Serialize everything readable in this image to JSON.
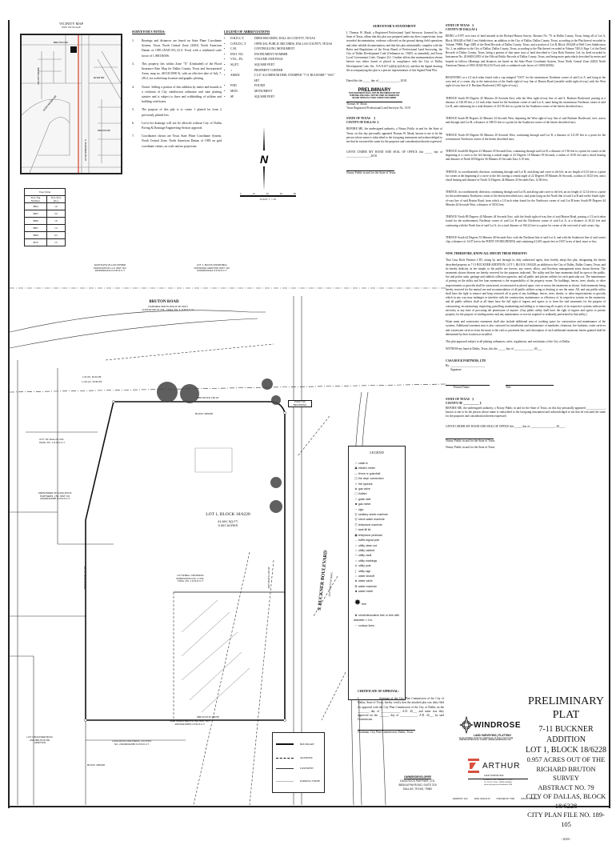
{
  "vicinity_map": {
    "title": "VICINITY MAP",
    "subtitle": "NOT TO SCALE",
    "streets": [
      "BRUTON RD",
      "S. BUCKNER BLVD",
      "ELAM RD",
      "GLEN ARDEN DR",
      "JIM MILLER RD",
      "PECOS DR"
    ]
  },
  "tree_table": {
    "title": "Tree Table",
    "headers": [
      "Tree Tag Number",
      "Tree Size (In.)"
    ],
    "rows": [
      [
        "3864",
        "10"
      ],
      [
        "3865",
        "24"
      ],
      [
        "3866",
        "10"
      ],
      [
        "3867",
        "14"
      ],
      [
        "3868",
        "3.5"
      ],
      [
        "3870",
        "15"
      ]
    ]
  },
  "surveyor_notes": {
    "title": "SURVEYOR'S NOTES:",
    "items": [
      {
        "n": "1.",
        "text": "Bearings and distances are based on State Plane Coordinate System, Texas North Central Zone (4202) North American Datum of 1983 (NAD 83) (U.S. Foot) with a combined scale factor of 1.000136506."
      },
      {
        "n": "3.",
        "text": "This property lies within Zone \"X\" (Unshaded) of the Flood Insurance Rate Map for Dallas County, Texas and Incorporated Areas, map no. 48113C0390 K, with an effective date of July 7, 2014, via scaled map location and graphic plotting."
      },
      {
        "n": "4.",
        "text": "Notice: Selling a portion of this addition by metes and bounds is a violation of City subdivision ordinance and state platting statutes and is subject to fines and withholding of utilities and building certificates."
      },
      {
        "n": "5.",
        "text": "The purpose of this plat is to create 1 platted lot from 2 previously platted lots."
      },
      {
        "n": "6.",
        "text": "Lot-to-lot drainage will not be allowed without City of Dallas Paving & Drainage Engineering Section approval."
      },
      {
        "n": "7.",
        "text": "Coordinates shown are Texas State Plane Coordinate System, North Central Zone, North American Datum of 1983 on grid coordinate values, no scale and no projection."
      }
    ]
  },
  "abbreviations": {
    "title": "LEGEND OF ABBREVIATIONS",
    "items": [
      {
        "k": "D.R.D.C.T.",
        "v": "DEED RECORDS, DALLAS COUNTY, TEXAS"
      },
      {
        "k": "O.P.R.D.C.T.",
        "v": "OFFICIAL PUBLIC RECORDS, DALLAS COUNTY, TEXAS"
      },
      {
        "k": "C.M.",
        "v": "CONTROLLING MONUMENT"
      },
      {
        "k": "INST. NO.",
        "v": "INSTRUMENT NUMBER"
      },
      {
        "k": "VOL., PG.",
        "v": "VOLUME AND PAGE"
      },
      {
        "k": "SQ.FT.",
        "v": "SQUARE FEET"
      },
      {
        "k": "○",
        "v": "PROPERTY CORNER"
      },
      {
        "k": "AMSW",
        "v": "3-1/4\" ALUMINUM DISK STAMPED \"7-11 BUCKNER\" \"ASC\" SET"
      },
      {
        "k": "FND",
        "v": "FOUND"
      },
      {
        "k": "MON",
        "v": "MONUMENT"
      },
      {
        "k": "SF",
        "v": "SQUARE FEET"
      }
    ]
  },
  "north_arrow": {
    "letter": "N"
  },
  "scale_bar": {
    "ticks": [
      "0",
      "10",
      "20",
      "40",
      "60"
    ],
    "label": "SCALE: 1\" = 20'"
  },
  "surveyor_statement": {
    "title": "SURVEYOR'S STATEMENT",
    "body": "I, Thomas W. Mauk, a Registered Professional Land Surveyor, licensed by the State of Texas, affirm that this plat was prepared under my direct supervision, from recorded documentation, evidence collected on the ground during field operations and other reliable documentation; and that this plat substantially complies with the Rules and Regulations of the Texas Board of Professional Land Surveying, the City of Dallas Development Code (Ordinance no. 19455, as amended), and Texas Local Government Code, Chapter 212. I further affirm that monumentation shown hereon was either found or placed in compliance with the City of Dallas Development Code, Sec. 51A-8.617 (a)(b)(c)(d) & (e); and that the digital drawing file accompanying this plat is a precise representation of this Signed Final Plat.",
    "dated": "Dated this the _____ day of ______________, 2018.",
    "stamp_title": "PRELIMINARY",
    "stamp_text": "THIS DOCUMENT SHALL NOT BE RECORDED FOR ANY PURPOSE AND SHALL NOT BE USED OR VIEWED OR RELIED UPON AS A FINAL SURVEY DOCUMENT",
    "name": "Thomas W. Mauk",
    "reg": "Texas Registered Professional Land Surveyor No. 5119",
    "state": "STATE OF TEXAS",
    "county": "COUNTY OF DALLAS",
    "brace": "§",
    "notary": "BEFORE ME, the undersigned authority, a Notary Public in and for the State of Texas, on this day personally appeared Thomas W. Mauk, known to me to be the person whose name is subscribed to the foregoing instrument and acknowledged to me that he executed the same for the purposes and consideration therein expressed.",
    "given": "GIVEN UNDER MY HAND AND SEAL OF OFFICE this _____ day of ________________, 2018.",
    "notary_sig": "Notary Public in and for the State of Texas"
  },
  "description": {
    "state": "STATE OF TEXAS",
    "county": "COUNTY OF DALLAS",
    "brace": "§",
    "paragraphs": [
      "BEING a 0.957 acre tract of land situated in the Richard Bruton Survey, Abstract No. 79, in Dallas County, Texas, being all of Lot A, Block 18/6228 of Bell Crest Subdivision, an addition to the City of Dallas, Dallas County, Texas, according to the Plat thereof recorded in Volume 79090, Page 2085 of the Deed Records of Dallas County, Texas, and a portion of Lot B, Block 18/6228 of Bell Crest Subdivision No. 2, an addition to the City of Dallas, Dallas County, Texas, according to the Plat thereof recorded in Volume 74014, Page 1 of the Deed Records of Dallas County, Texas, being a portion of that same tract of land described to Casa Rock Partners, Ltd. by deed recorded in Instrument No. 201600312955 of the Official Public Records of Dallas County, Texas, and being more particularly described by metes and bounds as follows (Bearings and distances are based on the State Plane Coordinate System, Texas North Central Zone (4202) North American Datum of 1983 (NAD 83) (US Foot) with a combined scale factor of 1.000136506):",
      "BEGINNING at a 1/2 inch rebar found with a cap stamped \"5310\" for the easternmost Northeast corner of said Lot A, and lying at the west end of a corner clip at the intersection of the South right-of-way line of Bruton Road (variable width right-of-way) with the West right-of-way line of S. Buckner Boulevard (100' right-of-way);",
      "THENCE South 00 Degrees 45 Minutes 20 Seconds East, with the West right-of-way line of said S. Buckner Boulevard, passing at a distance of 140.00 feet, a 1/2 inch rebar found for the Southeast corner of said Lot A, same being the easternmost Northeast corner of said Lot B, and continuing for a total distance of 215.96 feet to a point for the Southeast corner of the herein described tract;",
      "THENCE South 89 Degrees 22 Minutes 34 Seconds West, departing the West right-of-way line of said Buckner Boulevard, over, across and through said Lot B, a distance of 188.55 feet to a point for the Southwest corner of the herein described tract;",
      "THENCE North 00 Degrees 06 Minutes 20 Seconds West, continuing through said Lot B, a distance of 211.09 feet to a point for the westernmost Northwest corner of the herein described tract;",
      "THENCE South 86 Degrees 41 Minutes 18 Seconds East, continuing through said Lot B, a distance of 1.96 feet to a point for corner at the beginning of a curve to the left having a central angle of 43 Degrees 10 Minutes 59 Seconds, a radius of 10.05 feet and a chord bearing and distance of North 69 Degrees 56 Minutes 45 Seconds East, 6.19 feet;",
      "THENCE, in a northeasterly direction, continuing through said Lot B, and along said curve to the left, an arc length of 6.33 feet to a point for corner at the beginning of a curve to the left, having a central angle of 22 Degrees 58 Minutes 36 Seconds, a radius of 30.25 feet, and a chord bearing and distance of North 31 Degrees 44 Minutes 43 Seconds East, 12.06 feet;",
      "THENCE, in a northeasterly direction, continuing through said Lot B, and along said curve to the left, an arc length of 12.14 feet to a point for the northernmost Northwest corner of the herein described tract, said point lying on the North line of said Lot B and on the South right-of-way line of said Bruton Road, from which a 1/4 inch rebar found for the Northwest corner of said Lot B bears South 89 Degrees 44 Minutes 44 Seconds West, a distance of 58.54 feet;",
      "THENCE North 89 Degrees 44 Minutes 44 Seconds East, with the South right-of-way line of said Bruton Road, passing a 1/2 inch rebar found for the northernmost Northeast corner of said Lot B and the Northwest corner of said Lot A, at a distance of 20.22 feet and continuing with the North line of said Lot A, for a total distance of 160.22 feet to a point for corner at the west end of said corner clip;",
      "THENCE South 44 Degrees 53 Minutes 48 Seconds East, with the Northeast line of said Lot A, and with the Southwest line of said corner clip, a distance of 14.07 feet to the POINT OF BEGINNING and containing 41,691 square feet or 0.957 acres of land, more or less."
    ],
    "dedication_title": "NOW, THEREFORE, KNOW ALL MEN BY THESE PRESENTS",
    "dedication": [
      "That Casa Rock Partners LTD, acting by and through its duly authorized agent, does hereby adopt this plat, designating the herein described property as 7-11 BUCKNER ADDITION, LOT 1, BLOCK 18/6228, an addition to the City of Dallas, Dallas County, Texas, and do hereby dedicate, in fee simple, to the public use forever, any streets, alleys, and floodway management areas shown thereon. The easements shown thereon are hereby reserved for the purposes indicated. The utility and fire lane easements shall be open to the public, fire and police units, garbage and rubbish collection agencies, and all public and private utilities for each particular use. The maintenance of paving on the utility and fire lane easements is the responsibility of the property owner. No buildings, fences, trees, shrubs, or other improvements or growths shall be constructed, reconstructed or placed upon, over or across the easements as shown. Said easements being hereby reserved for the mutual use and accommodation of all public utilities using or desiring to use the same. All, and any public utility shall have the right to remove and keep removed all or parts of any buildings, fences, trees, shrubs, or other improvements or growths which in any way may endanger or interfere with the construction, maintenance or efficiency of its respective system on the easements, and all public utilities shall at all times have the full right of ingress and egress to or from the said easements for the purpose of constructing, reconstructing, inspecting, patrolling, maintaining and adding to or removing all or parts of its respective systems without the necessity at any time of procuring the permission of anyone. (Any public utility shall have the right of ingress and egress to private property for the purpose of reading meters and any maintenance or service required or ordinarily performed by that utility.)",
      "Water main and wastewater easements shall also include additional area of working space for construction and maintenance of the systems. Additional easement area is also conveyed for installation and maintenance of manholes, cleanouts, fire hydrants, water services and wastewater services from the main to the curb or pavement line, and description of such additional easements herein granted shall be determined by their location as installed.",
      "This plat approved subject to all platting ordinances, rules, regulations, and resolutions of the City of Dallas."
    ],
    "witness": "WITNESS my hand at Dallas, Texas, this the _____ day of _____________, 20___.",
    "owner_name": "CASA ROCK PARTNERS, LTD",
    "by": "By: ________________________",
    "signature": "Signature",
    "printed_name": "Printed Name",
    "title": "Title",
    "state2": "STATE OF TEXAS",
    "county2": "COUNTY OF ___________",
    "notary2": "BEFORE ME, the undersigned authority, a Notary Public in and for the State of Texas, on this day personally appeared _____________, known to me to be the person whose name is subscribed to the foregoing instrument and acknowledged to me that he executed the same for the purposes and consideration therein expressed.",
    "given2": "GIVEN UNDER MY HAND AND SEAL OF OFFICE this _____ day of _________________, 20____.",
    "notary_sig2": "Notary Public in and for the State of Texas"
  },
  "plat": {
    "road": "BRUTON ROAD",
    "road_sub": "(VARIABLE WIDTH RIGHT-OF-WAY)",
    "road_sub2": "(CONVEYED IN VOL. 74014, PG. 1, D.R.D.C.T.)",
    "blvd": "S. BUCKNER BOULEVARD",
    "blvd_sub": "(100' RIGHT-OF-WAY)",
    "lot": "LOT 1, BLOCK 18/6228",
    "lot_area": "41,691 SQ.FT.",
    "lot_acres": "0.957 ACRES",
    "block": "BLOCK 18/6228",
    "block2": "BLOCK 18/6228",
    "owner_nw": "EASTGATE VILLAS OWNER ASSOCIATION, LLC INST. NO. 201600201444 O.P.R.D.C.T.",
    "owner_ne": "LOT 1, BLOCK A/6228 BELL CROSSING ADDITION INST. NO. 201600201444 O.P.R.D.C.T.",
    "owner_w": "REMAINDER OF CASA ROCK PARTNERS, LTD. INST NO. 201600312955 O.P.R.D.C.T.",
    "owner_sw": "CASA ROCK PARTNERS, LTD INST. NO. 201600312955 O.P.R.D.C.T.",
    "owner_s": "RAM INVESTMENTS, INC INST. NO. 200700213555 O.P.R.D.C.T.",
    "lot_b": "LOT B BELL CROSSING SUBDIVISION NO. 2 VOL. 74014, PG. 1 D.R.D.C.T.",
    "city": "CITY OF DALLAS VOL. 76165, PG. 1 D.R.D.C.T.",
    "lot1": "LOT 1 BUCKNER BLVD. AND BRUTON RD. ADDITION",
    "bearing1": "N89°44'44\"E 160.22'",
    "bearing2": "S89°22'34\"W 188.55'",
    "bearing3": "S00°45'20\"E 215.96'",
    "bearing4": "N00°06'20\"W 211.09'",
    "curve1": "L=6.33', R=10.05'",
    "curve2": "L=12.14', R=30.25'",
    "pob": "POINT OF BEGINNING"
  },
  "legend": {
    "title": "LEGEND",
    "items": [
      {
        "s": "□",
        "t": "cable tv"
      },
      {
        "s": "▣",
        "t": "electric meter"
      },
      {
        "s": "—",
        "t": "fence or guardrail"
      },
      {
        "s": "◫",
        "t": "fire dept. connection"
      },
      {
        "s": "†",
        "t": "fire hydrant"
      },
      {
        "s": "⊗",
        "t": "gas valve"
      },
      {
        "s": "▢",
        "t": "bollard"
      },
      {
        "s": "□",
        "t": "grate inlet"
      },
      {
        "s": "■",
        "t": "gas meter"
      },
      {
        "s": "−",
        "t": "sign"
      },
      {
        "s": "Ⓢ",
        "t": "sanitary sewer manhole"
      },
      {
        "s": "Ⓢ",
        "t": "storm water manhole"
      },
      {
        "s": "Ⓣ",
        "t": "telephone manhole"
      },
      {
        "s": "□",
        "t": "tank fill lid"
      },
      {
        "s": "▣",
        "t": "telephone pedestal"
      },
      {
        "s": "→",
        "t": "traffic signal pole"
      },
      {
        "s": "○",
        "t": "utility clean out"
      },
      {
        "s": "□",
        "t": "utility cabinet"
      },
      {
        "s": "□",
        "t": "utility vault"
      },
      {
        "s": "○",
        "t": "utility markings"
      },
      {
        "s": "⊙",
        "t": "utility pole"
      },
      {
        "s": "│",
        "t": "utility sign"
      },
      {
        "s": "○",
        "t": "water shutoff"
      },
      {
        "s": "⊗",
        "t": "water valve"
      },
      {
        "s": "Ⓦ",
        "t": "water manhole"
      },
      {
        "s": "■",
        "t": "water meter"
      },
      {
        "s": "✸",
        "t": "tree"
      },
      {
        "s": "✿",
        "t": "shrub/decorative tree or tree with diameter < 4 in."
      },
      {
        "s": "∼",
        "t": "contour lines"
      }
    ]
  },
  "line_legend": {
    "items": [
      "BOUNDARY",
      "ADJOINER",
      "EASEMENT",
      "PARKING STRIPE"
    ]
  },
  "certificate": {
    "title": "CERTIFICATE OF APPROVAL:",
    "body": "I, ____________ chairman of the City Plan Commission of the City of Dallas, State of Texas, hereby certify that the attached plat was duly filed for approval with the City Plan Commission of the City of Dallas on the ________ day of _____________, A.D. 20___ and same was duly approved on the _______ day of ____________, A.D. 20___ by said Commission.",
    "sig": "Chairman, City Plan Commission, Dallas, Texas"
  },
  "owner_developer": {
    "title": "OWNER/DEVELOPER",
    "lines": [
      "CASA ROCK PARTNER, LTD.",
      "8808 ALPHA ROAD, SUITE 215",
      "DALLAS, TEXAS, 75360"
    ]
  },
  "title_block": {
    "notary": "Notary Public in and for the State of Texas",
    "l1": "PRELIMINARY PLAT",
    "l2": "7-11 BUCKNER ADDITION",
    "l3": "LOT 1, BLOCK 18/6228",
    "l4": "0.957 ACRES OUT OF THE",
    "l5": "RICHARD BRUTON SURVEY",
    "l6": "ABSTRACT NO. 79",
    "l7": "CITY OF DALLAS, BLOCK 18/6228",
    "l8": "CITY PLAN FILE NO. 189-105",
    "sheet": "- 2018 -"
  },
  "windrose": {
    "name": "WINDROSE",
    "tag": "LAND SURVEYING | PLATTING",
    "addr": "220 ELM STREET, SUITE 200 | LEWISVILLE, TX 75057 | 214.217.2544",
    "firm": "FIRM REGISTRATION NO. 10194331 | WINDROSESERVICES.COM",
    "color": "#111111"
  },
  "arthur": {
    "name": "ARTHUR",
    "tag": "LAND SURVEYING",
    "addr1": "220 Elm St. #200 - Lewisville, TX 75057",
    "addr2": "Ph. 214.217.2544 - TFIRM 10063800",
    "addr3": "arthursurveying.com    Established 1986",
    "color": "#d9503f"
  },
  "footer": {
    "drawn": "DRAWN BY: DLC",
    "date": "DATE: 2018-02-15",
    "checked": "CHECKED BY: TWM",
    "job": "JOB NO.: 201800217"
  }
}
